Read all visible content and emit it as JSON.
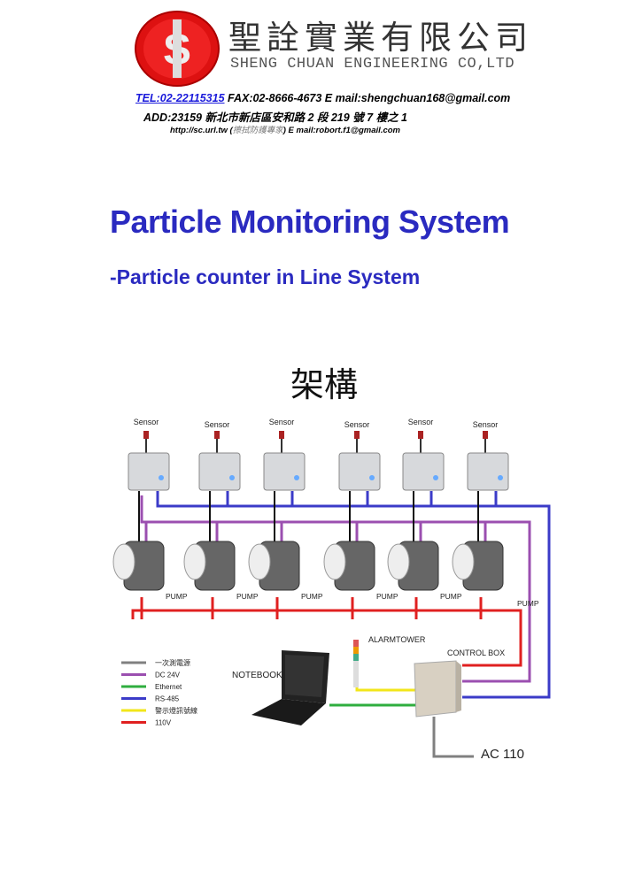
{
  "header": {
    "company_cn": "聖詮實業有限公司",
    "company_en": "SHENG CHUAN ENGINEERING CO,LTD",
    "logo_text": "SI",
    "tel": "TEL:02-22115315",
    "fax_email": " FAX:02-8666-4673 E mail:shengchuan168@gmail.com",
    "address": "ADD:23159  新北市新店區安和路 2 段 219 號 7 樓之 1",
    "web": "http://sc.url.tw (",
    "web_note": "擦拭防護專家",
    "email2": ") E mail:robort.f1@gmail.com"
  },
  "title": "Particle Monitoring System",
  "subtitle": "-Particle counter in Line System",
  "diagram": {
    "title": "架構",
    "sensor_label": "Sensor",
    "pump_label": "PUMP",
    "notebook": "NOTEBOOK",
    "alarmtower": "ALARMTOWER",
    "control_box": "CONTROL BOX",
    "ac": "AC 110",
    "legend": [
      {
        "label": "一次測電源",
        "color": "#808080"
      },
      {
        "label": "DC 24V",
        "color": "#9b4fb0"
      },
      {
        "label": "Ethernet",
        "color": "#2fae3f"
      },
      {
        "label": "RS-485",
        "color": "#3b3bc8"
      },
      {
        "label": "警示燈訊號線",
        "color": "#f2e61a"
      },
      {
        "label": "110V",
        "color": "#e02020"
      }
    ]
  }
}
